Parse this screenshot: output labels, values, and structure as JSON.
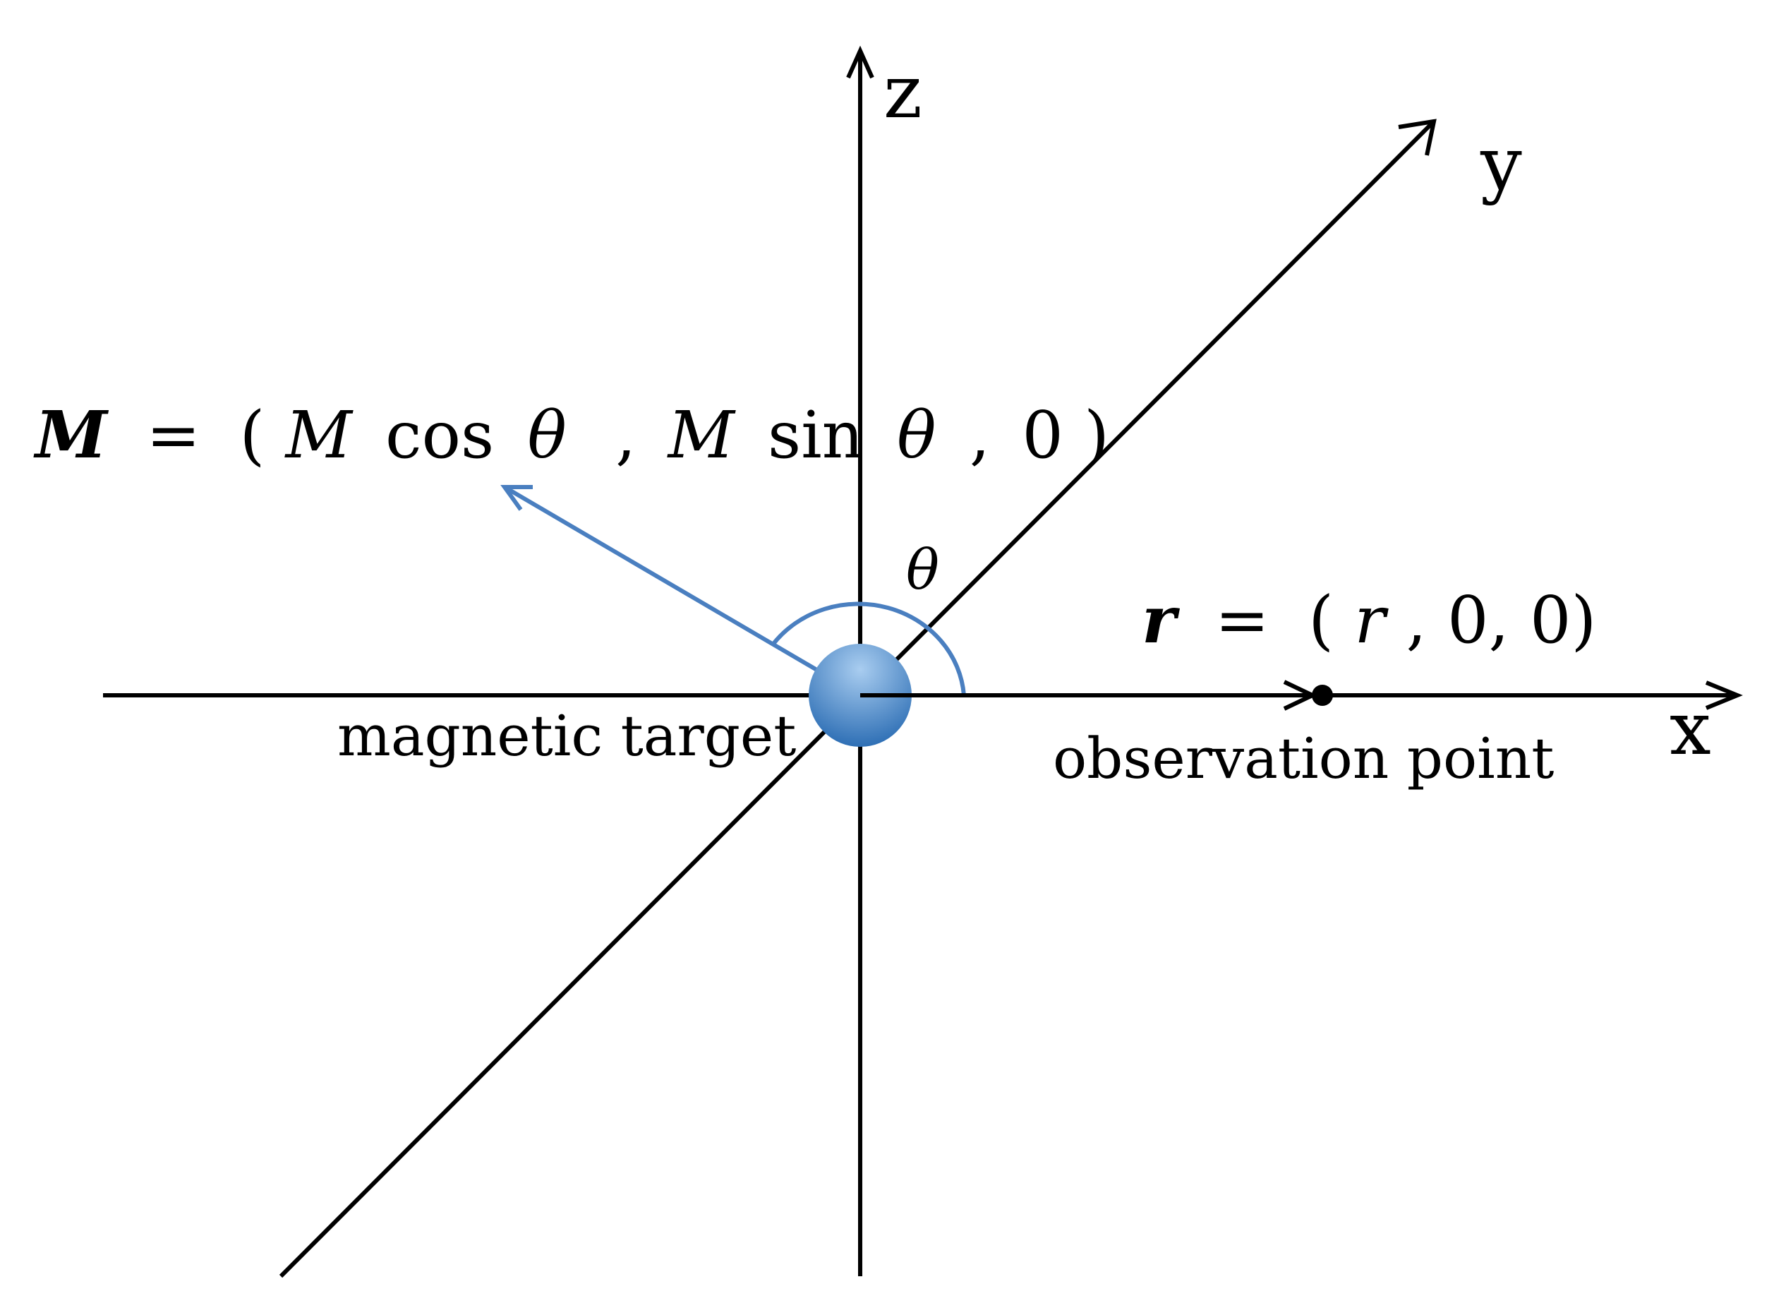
{
  "axes": {
    "x_label": "x",
    "y_label": "y",
    "z_label": "z"
  },
  "labels": {
    "target": "magnetic target",
    "observation": "observation point",
    "angle_symbol": "θ"
  },
  "moment_equation": {
    "symbol": "M",
    "eq": "=",
    "open": "(",
    "m1": "M",
    "cos": "cos",
    "theta1": "θ",
    "comma1": ",",
    "m2": "M",
    "sin": "sin",
    "theta2": "θ",
    "comma2": ",",
    "zero": "0",
    "close": ")"
  },
  "position_equation": {
    "symbol": "r",
    "eq": "=",
    "open": "(",
    "r": "r",
    "rest": ", 0, 0)"
  },
  "colors": {
    "vector": "#4a7fc0",
    "target_light": "#a9cdf0",
    "target_dark": "#2e6fb5",
    "axes": "#000000"
  }
}
